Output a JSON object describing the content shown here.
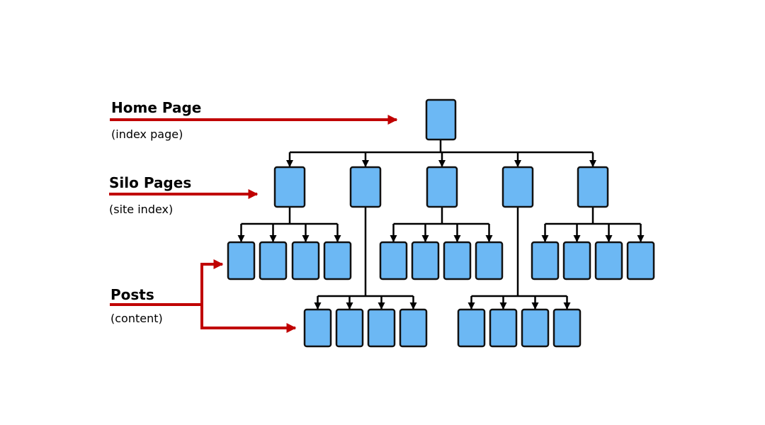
{
  "labels": {
    "home": {
      "title": "Home Page",
      "subtitle": "(index page)"
    },
    "silo": {
      "title": "Silo Pages",
      "subtitle": "(site index)"
    },
    "posts": {
      "title": "Posts",
      "subtitle": "(content)"
    }
  },
  "colors": {
    "node_fill": "#6cb8f4",
    "node_stroke": "#111111",
    "connector": "#000000",
    "pointer_arrow": "#c00000"
  },
  "structure": {
    "home_pages": 1,
    "silo_pages": 5,
    "posts_per_group": 4,
    "post_groups": 5
  }
}
